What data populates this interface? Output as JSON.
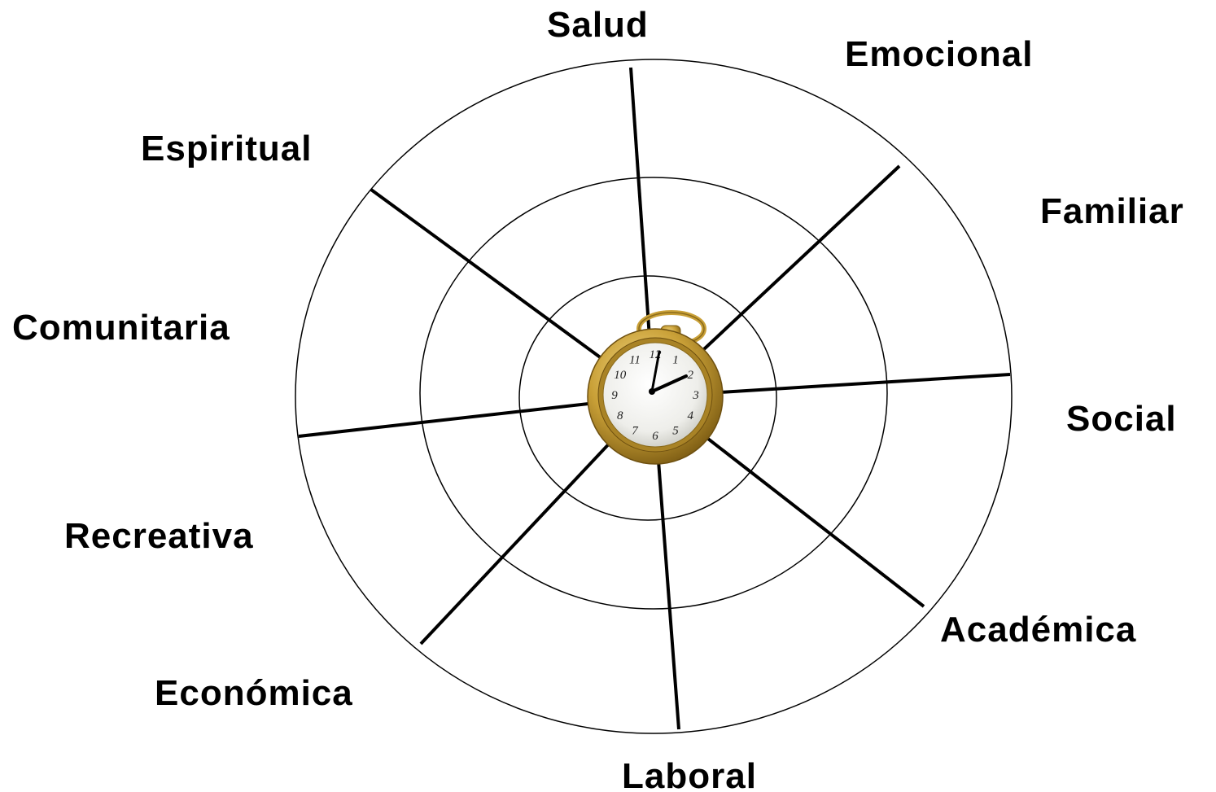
{
  "diagram": {
    "labels": {
      "salud": "Salud",
      "emocional": "Emocional",
      "familiar": "Familiar",
      "social": "Social",
      "academica": "Académica",
      "laboral": "Laboral",
      "economica": "Económica",
      "recreativa": "Recreativa",
      "comunitaria": "Comunitaria",
      "espiritual": "Espiritual"
    },
    "rings": 3,
    "spokes": 8
  },
  "clock": {
    "numerals": [
      "12",
      "1",
      "2",
      "3",
      "4",
      "5",
      "6",
      "7",
      "8",
      "9",
      "10",
      "11"
    ],
    "colors": {
      "case": "#c9a037",
      "case_dark": "#8a6a1a",
      "face": "#f2f2ef"
    }
  }
}
